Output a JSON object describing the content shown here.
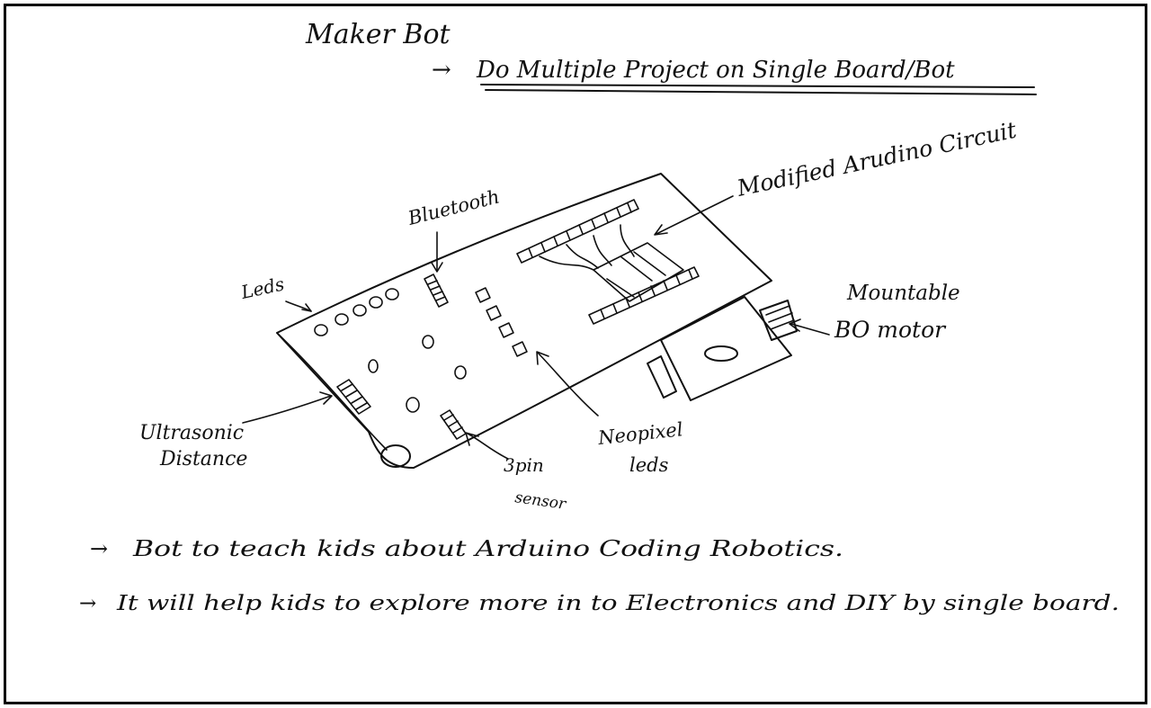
{
  "title": "Maker Bot",
  "subtitle": "Do Multiple Project on Single Board/Bot",
  "labels": {
    "circuit": "Modified Arudino Circuit",
    "bluetooth": "Bluetooth",
    "leds": "Leds",
    "motor_line1": "Mountable",
    "motor_line2": "BO motor",
    "ultrasonic_line1": "Ultrasonic",
    "ultrasonic_line2": "Distance",
    "sensor_line1": "3pin",
    "sensor_line2": "sensor",
    "neopixel_line1": "Neopixel",
    "neopixel_line2": "leds"
  },
  "notes": [
    "Bot to teach kids about Arduino Coding Robotics.",
    "It will help kids to explore more in to Electronics and DIY by single board."
  ],
  "arrow_glyph": "→"
}
